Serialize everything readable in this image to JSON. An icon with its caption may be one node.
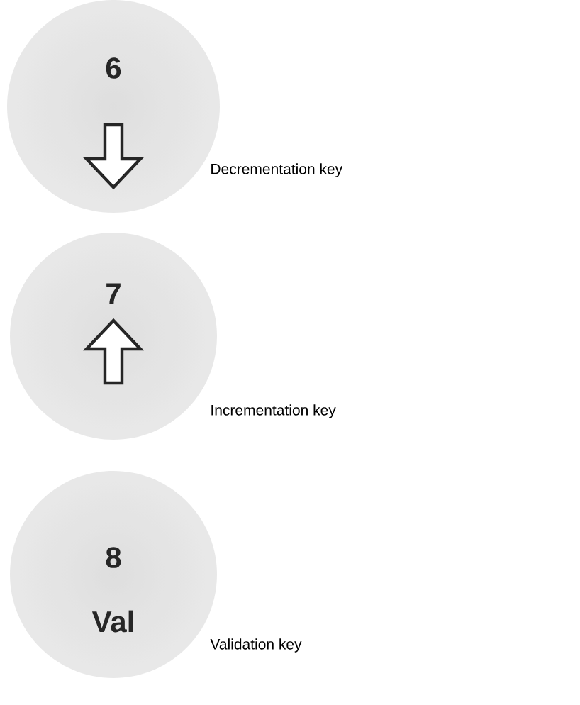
{
  "diagram": {
    "nodes": [
      {
        "text": [
          "6"
        ]
      },
      {
        "text": [
          "7"
        ]
      },
      {
        "text": [
          "8",
          "Val"
        ]
      }
    ],
    "labels": [
      "Decrementation key",
      "Incrementation key",
      "Validation key"
    ]
  }
}
